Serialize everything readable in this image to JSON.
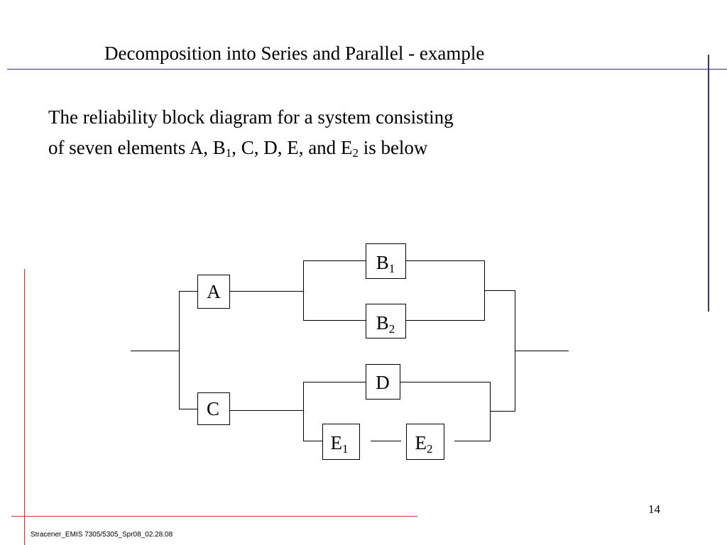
{
  "slide": {
    "title": "Decomposition into Series and Parallel - example",
    "body_line1": "The reliability block diagram for a system consisting",
    "body_line2_part1": "of seven elements A, B",
    "body_line2_sub1": "1",
    "body_line2_part2": ", C, D, E, and E",
    "body_line2_sub2": "2",
    "body_line2_part3": " is below",
    "page_number": "14",
    "footer": "Stracener_EMIS 7305/5305_Spr08_02.28.08"
  },
  "diagram": {
    "blocks": {
      "A": {
        "label": "A",
        "sub": ""
      },
      "B1": {
        "label": "B",
        "sub": "1"
      },
      "B2": {
        "label": "B",
        "sub": "2"
      },
      "C": {
        "label": "C",
        "sub": ""
      },
      "D": {
        "label": "D",
        "sub": ""
      },
      "E1": {
        "label": "E",
        "sub": "1"
      },
      "E2": {
        "label": "E",
        "sub": "2"
      }
    }
  },
  "colors": {
    "top_rule": "#33338a",
    "left_rule": "#c0393b"
  }
}
